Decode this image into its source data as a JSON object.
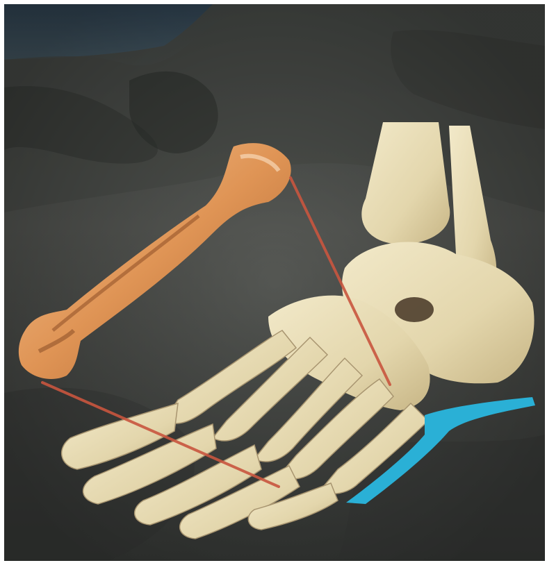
{
  "scene": {
    "kind": "photo-composite",
    "background": "rocky-hillside",
    "subject": "foot-skeleton",
    "colors": {
      "sky": "#3d5262",
      "rock_dark": "#3a3d3c",
      "rock_mid": "#5a5c58",
      "bone": "#e7dcb7",
      "bone_shadow": "#b8a77c",
      "fossil": "#e0a46a",
      "link_line": "#c9563f",
      "highlight": "#2ab0d6"
    }
  }
}
